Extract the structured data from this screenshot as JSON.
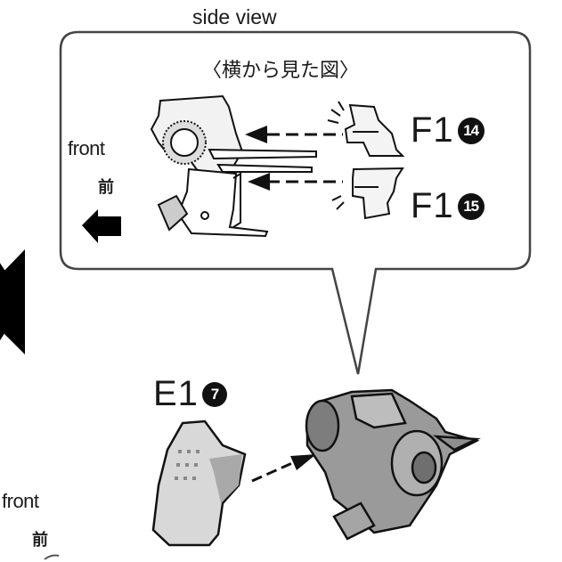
{
  "callout": {
    "heading_en": "side view",
    "heading_jp": "〈横から見た図〉",
    "direction": {
      "label_en": "front",
      "label_jp": "前",
      "icon": "arrow-left-icon"
    },
    "parts": [
      {
        "part_letter": "F1",
        "number": "14"
      },
      {
        "part_letter": "F1",
        "number": "15"
      }
    ]
  },
  "main_step": {
    "part_letter": "E1",
    "number": "7",
    "direction": {
      "label_en": "front",
      "label_jp": "前"
    }
  },
  "colors": {
    "ink": "#111111",
    "outline_gray": "#555555",
    "part_fill_light": "#e6e6e6",
    "part_fill_mid": "#b5b5b5",
    "part_fill_dark": "#7a7a7a",
    "background": "#ffffff"
  }
}
